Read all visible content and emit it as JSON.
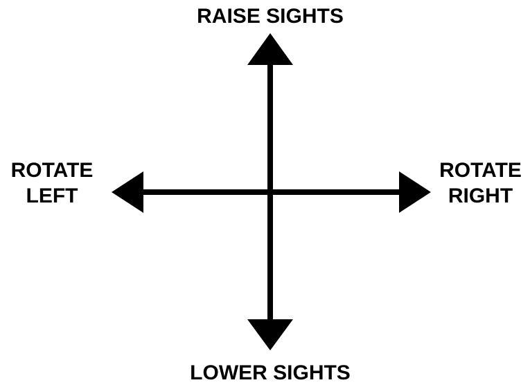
{
  "labels": {
    "up": "RAISE SIGHTS",
    "down": "LOWER SIGHTS",
    "left_line1": "ROTATE",
    "left_line2": "LEFT",
    "right_line1": "ROTATE",
    "right_line2": "RIGHT"
  },
  "colors": {
    "arrow": "#000000",
    "background": "#ffffff"
  }
}
